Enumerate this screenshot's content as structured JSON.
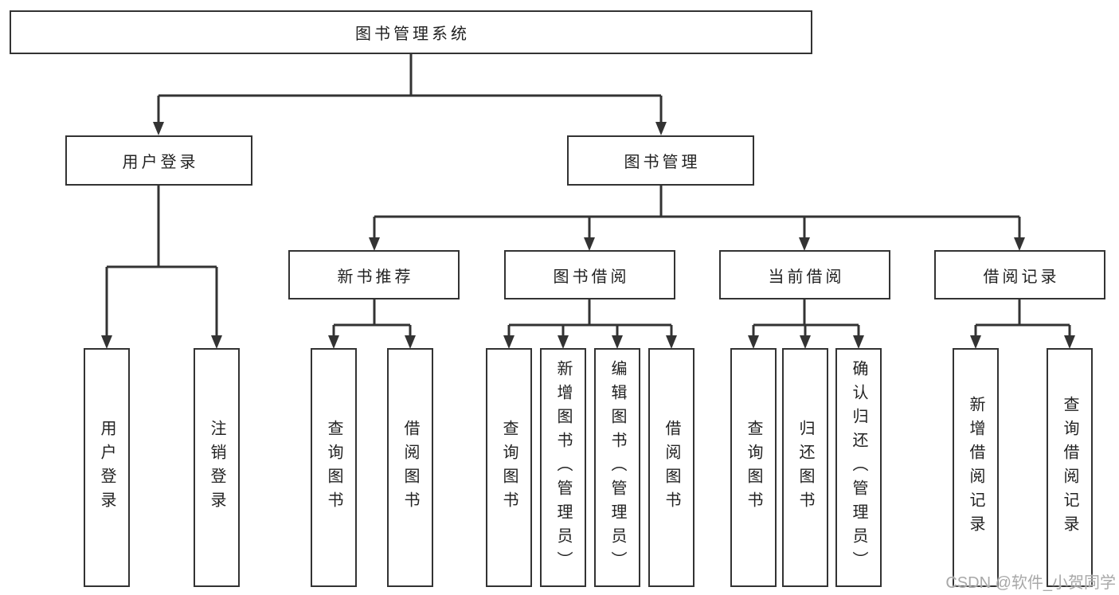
{
  "tree": {
    "root": {
      "label": "图书管理系统"
    },
    "branches": [
      {
        "label": "用户登录",
        "children": [
          {
            "label": "用户登录"
          },
          {
            "label": "注销登录"
          }
        ]
      },
      {
        "label": "图书管理",
        "children": [
          {
            "label": "新书推荐",
            "children": [
              {
                "label": "查询图书"
              },
              {
                "label": "借阅图书"
              }
            ]
          },
          {
            "label": "图书借阅",
            "children": [
              {
                "label": "查询图书"
              },
              {
                "label": "新增图书（管理员）"
              },
              {
                "label": "编辑图书（管理员）"
              },
              {
                "label": "借阅图书"
              }
            ]
          },
          {
            "label": "当前借阅",
            "children": [
              {
                "label": "查询图书"
              },
              {
                "label": "归还图书"
              },
              {
                "label": "确认归还（管理员）"
              }
            ]
          },
          {
            "label": "借阅记录",
            "children": [
              {
                "label": "新增借阅记录"
              },
              {
                "label": "查询借阅记录"
              }
            ]
          }
        ]
      }
    ]
  },
  "watermark": {
    "text": "CSDN @软件_小贺同学"
  },
  "colors": {
    "line": "#333333",
    "box_border": "#333333",
    "box_background": "#ffffff",
    "text": "#222222",
    "watermark": "#a8a8a8",
    "background": "#ffffff"
  }
}
